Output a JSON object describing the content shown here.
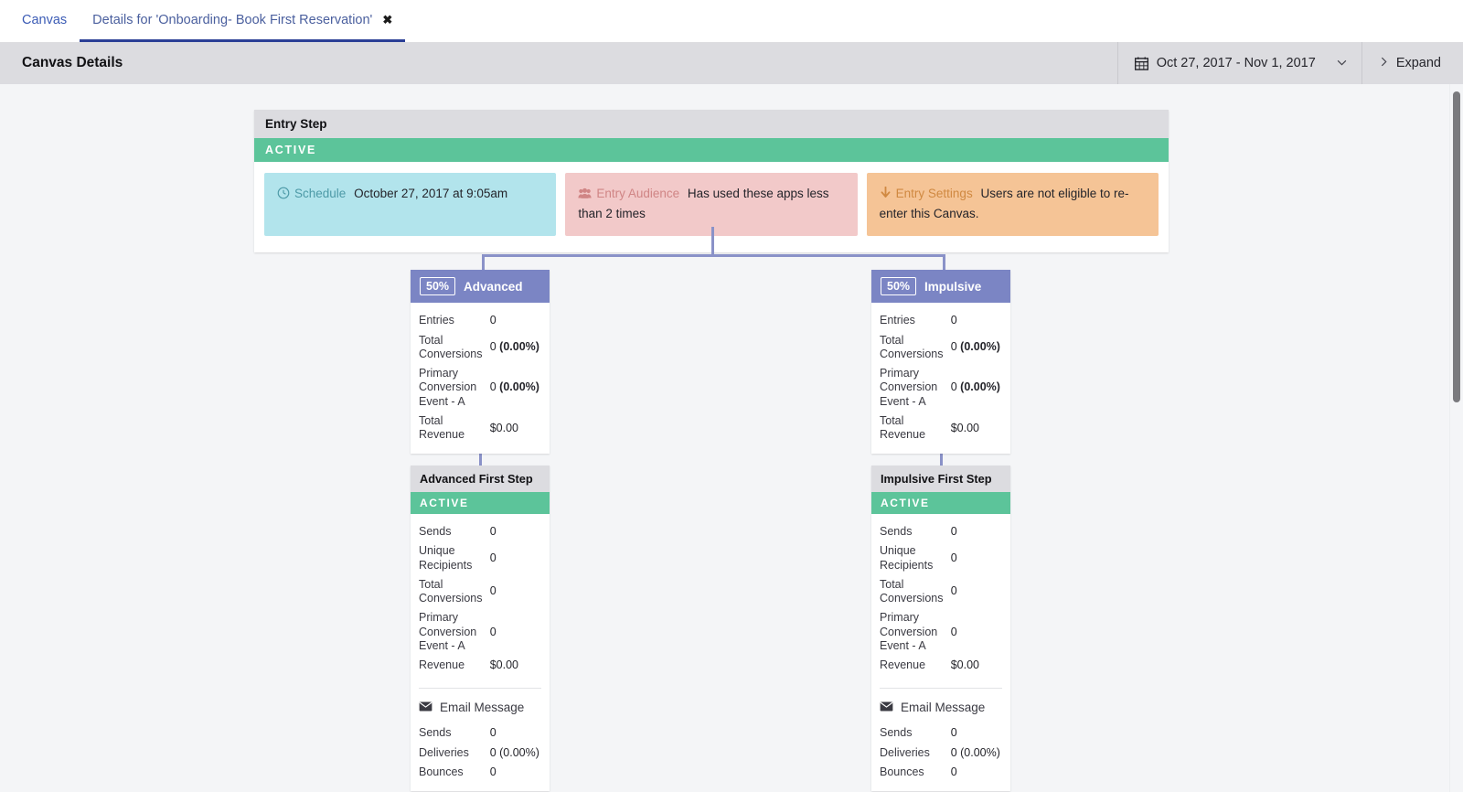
{
  "tabs": [
    {
      "label": "Canvas",
      "active": false,
      "closable": false
    },
    {
      "label": "Details for 'Onboarding- Book First Reservation'",
      "active": true,
      "closable": true,
      "close_glyph": "✖"
    }
  ],
  "header": {
    "title": "Canvas Details",
    "date_range": "Oct 27, 2017 - Nov 1, 2017",
    "date_icon": "calendar-icon",
    "dropdown_glyph": "⌄",
    "expand_label": "Expand",
    "expand_glyph": "›"
  },
  "entry_step": {
    "title": "Entry Step",
    "status": "ACTIVE",
    "cards": [
      {
        "icon": "clock-icon",
        "label": "Schedule",
        "value": "October 27, 2017 at 9:05am",
        "color": "#b2e4ec"
      },
      {
        "icon": "users-icon",
        "label": "Entry Audience",
        "value": "Has used these apps less than 2 times",
        "color": "#f2c9c9"
      },
      {
        "icon": "arrow-down-icon",
        "label": "Entry Settings",
        "value": "Users are not eligible to re-enter this Canvas.",
        "color": "#f5c496"
      }
    ]
  },
  "branches": [
    {
      "percent": "50%",
      "name": "Advanced",
      "stats": [
        {
          "label": "Entries",
          "value": "0",
          "bold_suffix": ""
        },
        {
          "label": "Total Conversions",
          "value": "0",
          "bold_suffix": "(0.00%)"
        },
        {
          "label": "Primary Conversion Event - A",
          "value": "0",
          "bold_suffix": "(0.00%)"
        },
        {
          "label": "Total Revenue",
          "value": "$0.00",
          "bold_suffix": ""
        }
      ],
      "step": {
        "title": "Advanced First Step",
        "status": "ACTIVE",
        "stats": [
          {
            "label": "Sends",
            "value": "0",
            "bold_suffix": ""
          },
          {
            "label": "Unique Recipients",
            "value": "0",
            "bold_suffix": ""
          },
          {
            "label": "Total Conversions",
            "value": "0",
            "bold_suffix": ""
          },
          {
            "label": "Primary Conversion Event - A",
            "value": "0",
            "bold_suffix": ""
          },
          {
            "label": "Revenue",
            "value": "$0.00",
            "bold_suffix": ""
          }
        ],
        "channel": {
          "icon": "envelope-icon",
          "label": "Email Message"
        },
        "channel_stats": [
          {
            "label": "Sends",
            "value": "0",
            "bold_suffix": ""
          },
          {
            "label": "Deliveries",
            "value": "0 (0.00%)",
            "bold_suffix": ""
          },
          {
            "label": "Bounces",
            "value": "0",
            "bold_suffix": ""
          }
        ]
      }
    },
    {
      "percent": "50%",
      "name": "Impulsive",
      "stats": [
        {
          "label": "Entries",
          "value": "0",
          "bold_suffix": ""
        },
        {
          "label": "Total Conversions",
          "value": "0",
          "bold_suffix": "(0.00%)"
        },
        {
          "label": "Primary Conversion Event - A",
          "value": "0",
          "bold_suffix": "(0.00%)"
        },
        {
          "label": "Total Revenue",
          "value": "$0.00",
          "bold_suffix": ""
        }
      ],
      "step": {
        "title": "Impulsive First Step",
        "status": "ACTIVE",
        "stats": [
          {
            "label": "Sends",
            "value": "0",
            "bold_suffix": ""
          },
          {
            "label": "Unique Recipients",
            "value": "0",
            "bold_suffix": ""
          },
          {
            "label": "Total Conversions",
            "value": "0",
            "bold_suffix": ""
          },
          {
            "label": "Primary Conversion Event - A",
            "value": "0",
            "bold_suffix": ""
          },
          {
            "label": "Revenue",
            "value": "$0.00",
            "bold_suffix": ""
          }
        ],
        "channel": {
          "icon": "envelope-icon",
          "label": "Email Message"
        },
        "channel_stats": [
          {
            "label": "Sends",
            "value": "0",
            "bold_suffix": ""
          },
          {
            "label": "Deliveries",
            "value": "0 (0.00%)",
            "bold_suffix": ""
          },
          {
            "label": "Bounces",
            "value": "0",
            "bold_suffix": ""
          }
        ]
      }
    }
  ],
  "colors": {
    "accent": "#2b3f96",
    "status_active": "#5cc49a",
    "branch": "#7b85c4",
    "connector": "#8a92c8",
    "header_bg": "#dcdce0",
    "canvas_bg": "#f4f5f7"
  }
}
